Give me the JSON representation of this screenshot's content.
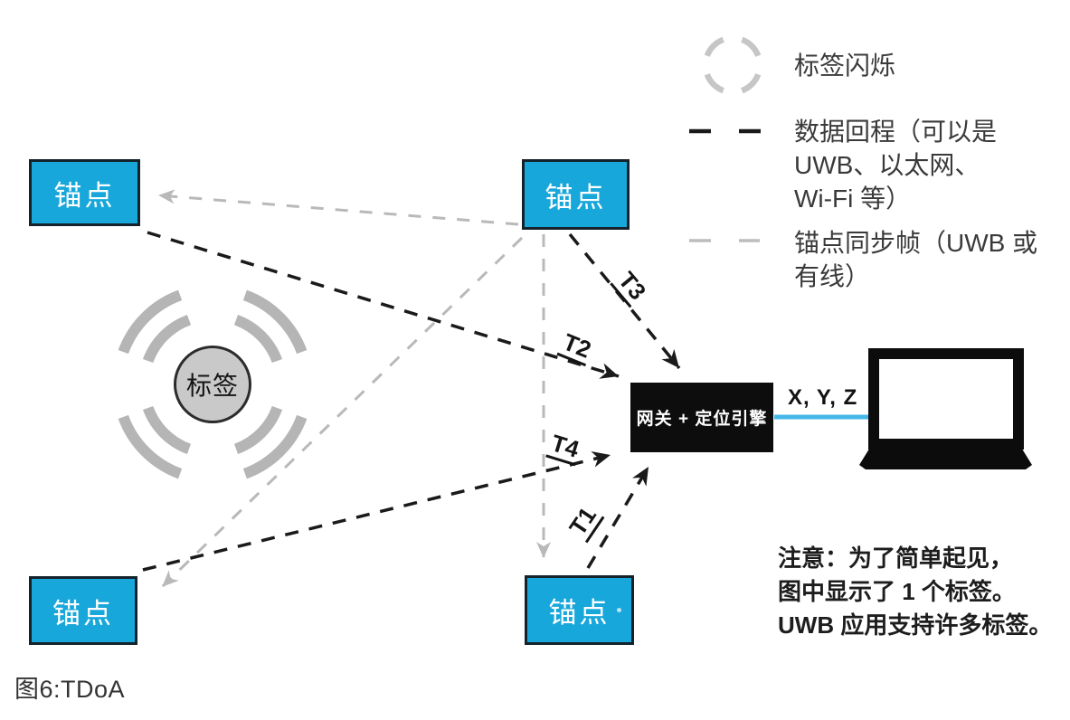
{
  "diagram": {
    "caption": "图6:TDoA",
    "anchors": {
      "top_left": "锚点",
      "top_middle": "锚点",
      "bottom_left": "锚点",
      "bottom_middle": "锚点"
    },
    "tag": "标签",
    "gateway": "网关 + 定位引擎",
    "output": "X, Y, Z",
    "timestamps": {
      "t1": "T1",
      "t2": "T2",
      "t3": "T3",
      "t4": "T4"
    }
  },
  "legend": {
    "items": [
      {
        "symbol": "tag-flash-arcs",
        "lines": [
          "标签闪烁"
        ]
      },
      {
        "symbol": "black-dashed-line",
        "lines": [
          "数据回程（可以是",
          "UWB、以太网、",
          "Wi-Fi 等）"
        ]
      },
      {
        "symbol": "gray-dashed-line",
        "lines": [
          "锚点同步帧（UWB 或",
          "有线）"
        ]
      }
    ]
  },
  "note": {
    "lines": [
      "注意：为了简单起见，",
      "图中显示了 1 个标签。",
      "UWB 应用支持许多标签。"
    ]
  },
  "colors": {
    "anchor_blue": "#17a7da",
    "backhaul_black": "#1a1a1a",
    "sync_gray": "#b9b9b9",
    "link_cyan": "#45b8e8"
  }
}
